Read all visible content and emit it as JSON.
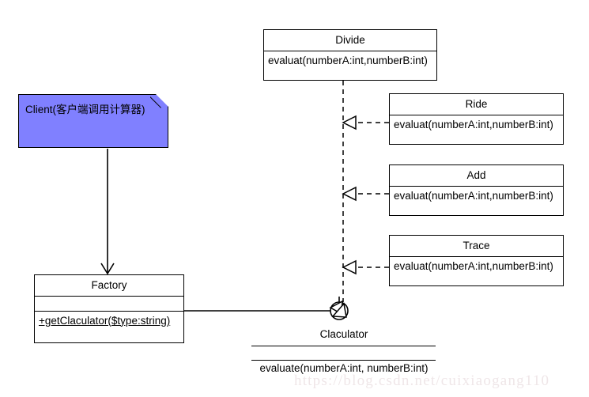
{
  "diagram": {
    "type": "uml-class-diagram",
    "note": {
      "label": "Client(客户端调用计算器)",
      "fill_color": "#8080FF",
      "border_color": "#000000"
    },
    "classes": [
      {
        "id": "divide",
        "name": "Divide",
        "operations": [
          "evaluat(numberA:int,numberB:int)"
        ]
      },
      {
        "id": "ride",
        "name": "Ride",
        "operations": [
          "evaluat(numberA:int,numberB:int)"
        ]
      },
      {
        "id": "add",
        "name": "Add",
        "operations": [
          "evaluat(numberA:int,numberB:int)"
        ]
      },
      {
        "id": "trace",
        "name": "Trace",
        "operations": [
          "evaluat(numberA:int,numberB:int)"
        ]
      },
      {
        "id": "factory",
        "name": "Factory",
        "attributes": [
          ""
        ],
        "operations": [
          "+getClaculator($type:string)"
        ]
      }
    ],
    "interface": {
      "id": "claculator",
      "name": "Claculator",
      "operations": [
        "evaluate(numberA:int, numberB:int)"
      ]
    },
    "relations": [
      {
        "from": "client",
        "to": "factory",
        "style": "solid",
        "arrow": "open"
      },
      {
        "from": "factory",
        "to": "claculator",
        "style": "solid",
        "arrow": "none"
      },
      {
        "from": "divide",
        "to": "claculator",
        "style": "dashed",
        "arrow": "hollow-triangle"
      },
      {
        "from": "ride",
        "to": "claculator",
        "style": "dashed",
        "arrow": "hollow-triangle"
      },
      {
        "from": "add",
        "to": "claculator",
        "style": "dashed",
        "arrow": "hollow-triangle"
      },
      {
        "from": "trace",
        "to": "claculator",
        "style": "dashed",
        "arrow": "hollow-triangle"
      }
    ]
  },
  "watermark": {
    "text": "https://blog.csdn.net/cuixiaogang110"
  }
}
